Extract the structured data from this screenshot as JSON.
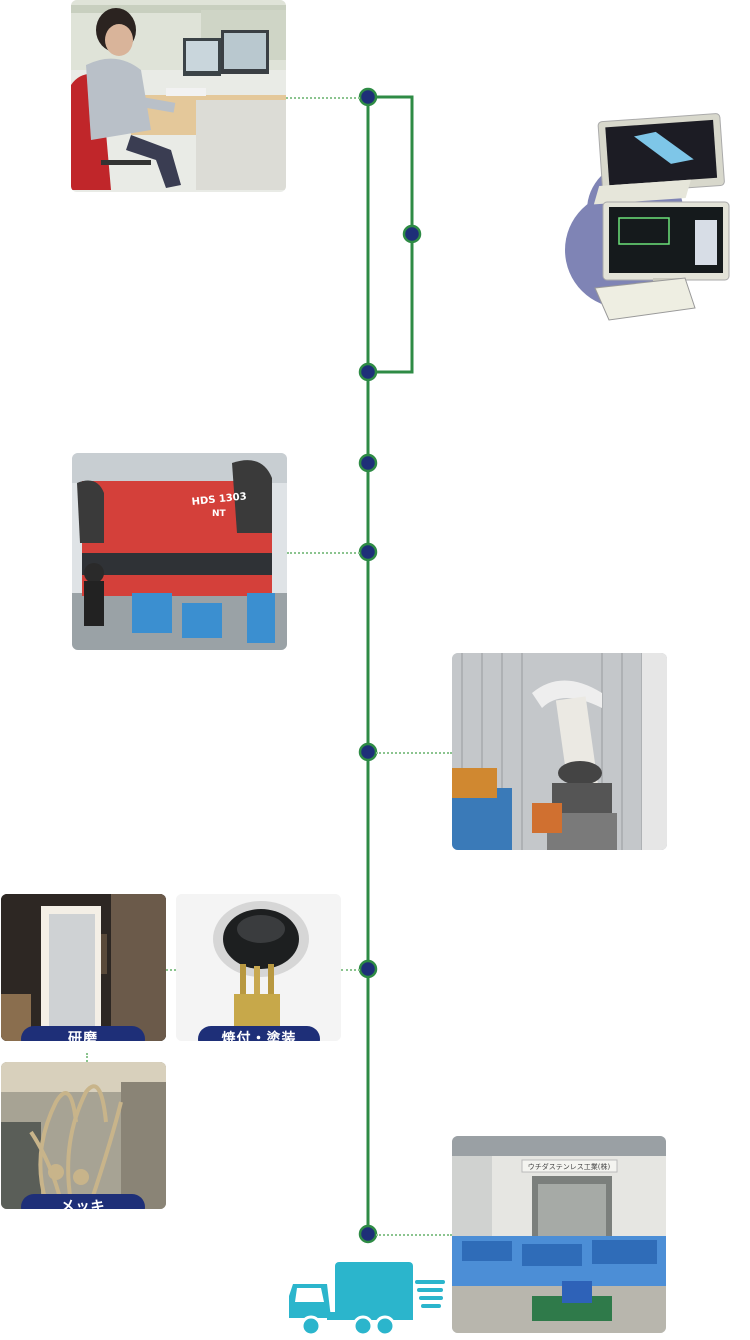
{
  "tags": {
    "polish": "研磨",
    "baking_painting": "焼付・塗装",
    "plating": "メッキ"
  },
  "factory_sign": "ウチダステンレス工業(株)",
  "machine_label": {
    "model": "HDS 1303",
    "sub": "NT"
  },
  "colors": {
    "timeline_line": "#2e8b45",
    "timeline_node": "#1e2f78",
    "tag_bg": "#1e2f78",
    "truck": "#2bb5cc",
    "disk": "#7f84b5"
  },
  "icons": {
    "truck": "delivery-truck-icon"
  }
}
